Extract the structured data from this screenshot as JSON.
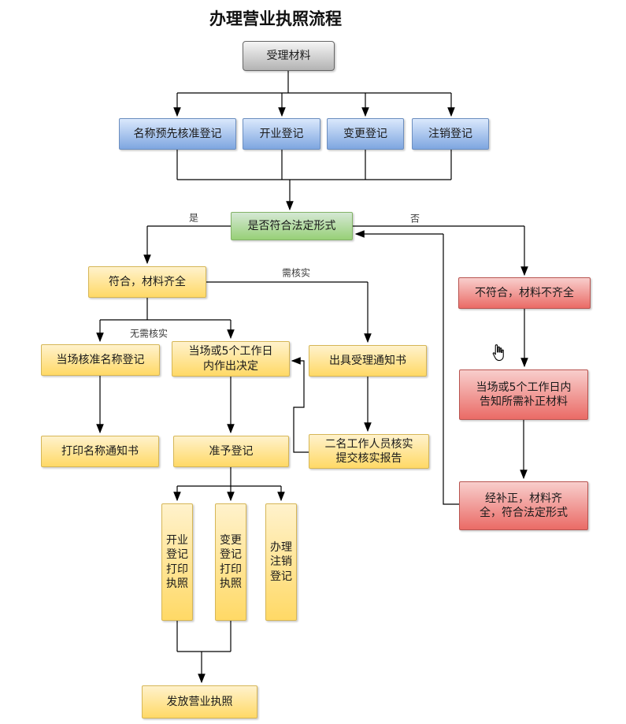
{
  "title": "办理营业执照流程",
  "palette": {
    "gray_fill": "#f5f5f5",
    "gray_grad": "#b3b3b3",
    "gray_border": "#666666",
    "blue_fill": "#dae8fc",
    "blue_grad": "#7ea6e0",
    "blue_border": "#6c8ebf",
    "green_fill": "#d5e8d4",
    "green_grad": "#97d077",
    "green_border": "#82b366",
    "yellow_fill": "#fff2cc",
    "yellow_grad": "#ffd966",
    "yellow_border": "#d6b656",
    "red_fill": "#f8cecc",
    "red_grad": "#ea6b66",
    "red_border": "#b85450",
    "line_color": "#000000"
  },
  "nodes": {
    "accept": {
      "label": "受理材料"
    },
    "pre_approval": {
      "label": "名称预先核准登记"
    },
    "opening": {
      "label": "开业登记"
    },
    "change": {
      "label": "变更登记"
    },
    "cancel": {
      "label": "注销登记"
    },
    "decision": {
      "label": "是否符合法定形式"
    },
    "match": {
      "label": "符合，材料齐全"
    },
    "onspot_name": {
      "label": "当场核准名称登记"
    },
    "within5_decide": {
      "label": "当场或5个工作日\n内作出决定"
    },
    "notice": {
      "label": "出具受理通知书"
    },
    "print_name": {
      "label": "打印名称通知书"
    },
    "approve": {
      "label": "准予登记"
    },
    "verify": {
      "label": "二名工作人员核实\n提交核实报告"
    },
    "open_print": {
      "label": "开业登记打印执照"
    },
    "change_print": {
      "label": "变更登记打印执照"
    },
    "cancel_handle": {
      "label": "办理注销登记"
    },
    "issue": {
      "label": "发放营业执照"
    },
    "mismatch": {
      "label": "不符合，材料不齐全"
    },
    "within5_inform": {
      "label": "当场或5个工作日内\n告知所需补正材料"
    },
    "corrected": {
      "label": "经补正，材料齐\n全，符合法定形式"
    }
  },
  "edge_labels": {
    "yes": "是",
    "no": "否",
    "need_verify": "需核实",
    "no_verify": "无需核实"
  }
}
